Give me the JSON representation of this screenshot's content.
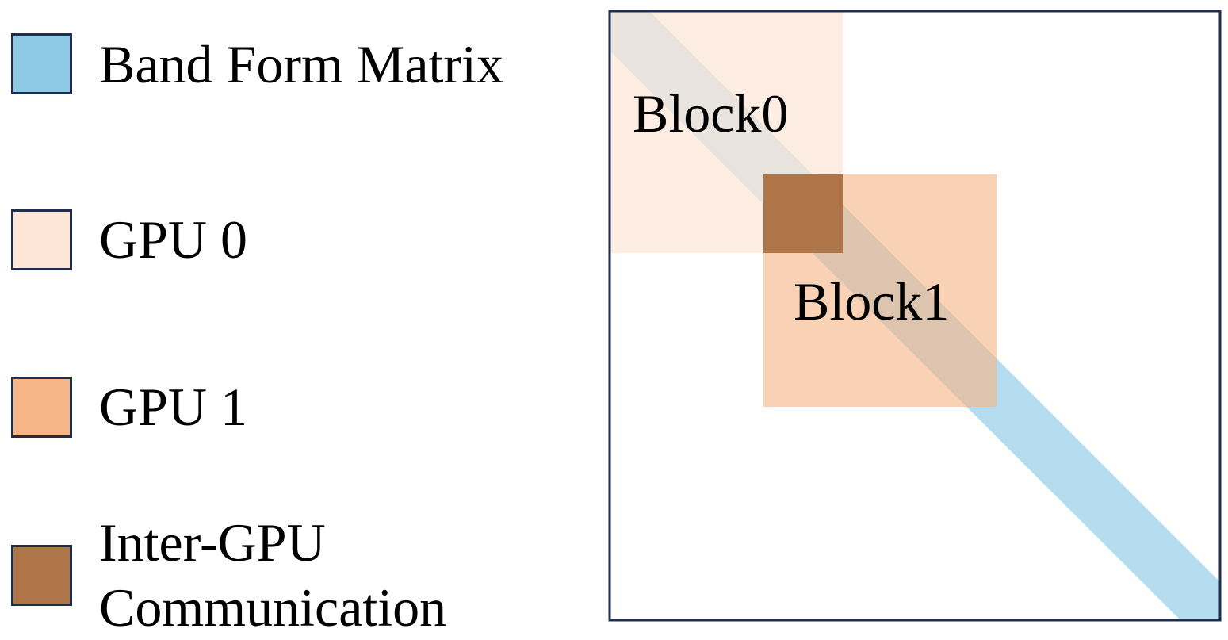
{
  "legend": {
    "items": [
      {
        "label": "Band Form Matrix",
        "color": "#8ecae6"
      },
      {
        "label": "GPU 0",
        "color": "#fde6d6"
      },
      {
        "label": "GPU 1",
        "color": "#f5b586"
      },
      {
        "label_line1": "Inter-GPU",
        "label_line2": "Communication",
        "color": "#ad7548"
      }
    ]
  },
  "matrix": {
    "blocks": [
      {
        "label": "Block0",
        "color": "#fde6d6"
      },
      {
        "label": "Block1",
        "color": "#f5b586"
      }
    ],
    "band_color": "#8ecae6",
    "overlap_color": "#ad7548",
    "border_color": "#1f2d4e"
  }
}
